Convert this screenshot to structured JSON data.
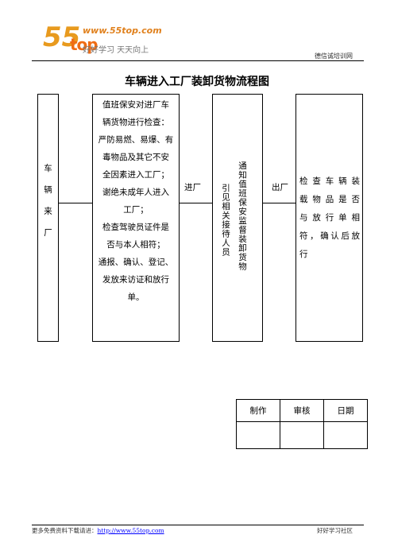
{
  "header": {
    "logo_num": "55",
    "logo_top": "top",
    "logo_url": "www.55top.com",
    "logo_slogan": "好好学习  天天向上",
    "right_text": "德信诚培训网"
  },
  "title": "车辆进入工厂装卸货物流程图",
  "flow": {
    "box1": [
      "车",
      "辆",
      "来",
      "厂"
    ],
    "box2": [
      "值班保安对进厂车",
      "辆货物进行检查：",
      "严防易燃、易爆、有",
      "毒物品及其它不安",
      "全因素进入工厂；",
      "谢绝未成年人进入",
      "工厂；",
      "检查驾驶员证件是",
      "否与本人相符；",
      "通报、确认、登记、",
      "发放来访证和放行",
      "单。"
    ],
    "label_in": "进厂",
    "box3_col_right": "引见相关接待人员",
    "box3_col_left": "通知值班保安监督装卸货物",
    "label_out": "出厂",
    "box4": [
      "检查车辆装",
      "载物品是否",
      "与放行单相",
      "符，确认后放",
      "行"
    ]
  },
  "sign_table": {
    "h1": "制作",
    "h2": "审核",
    "h3": "日期"
  },
  "footer": {
    "left_prefix": "更多免费资料下载请进：",
    "left_link": "http://www.55top.com",
    "right_text": "好好学习社区"
  }
}
